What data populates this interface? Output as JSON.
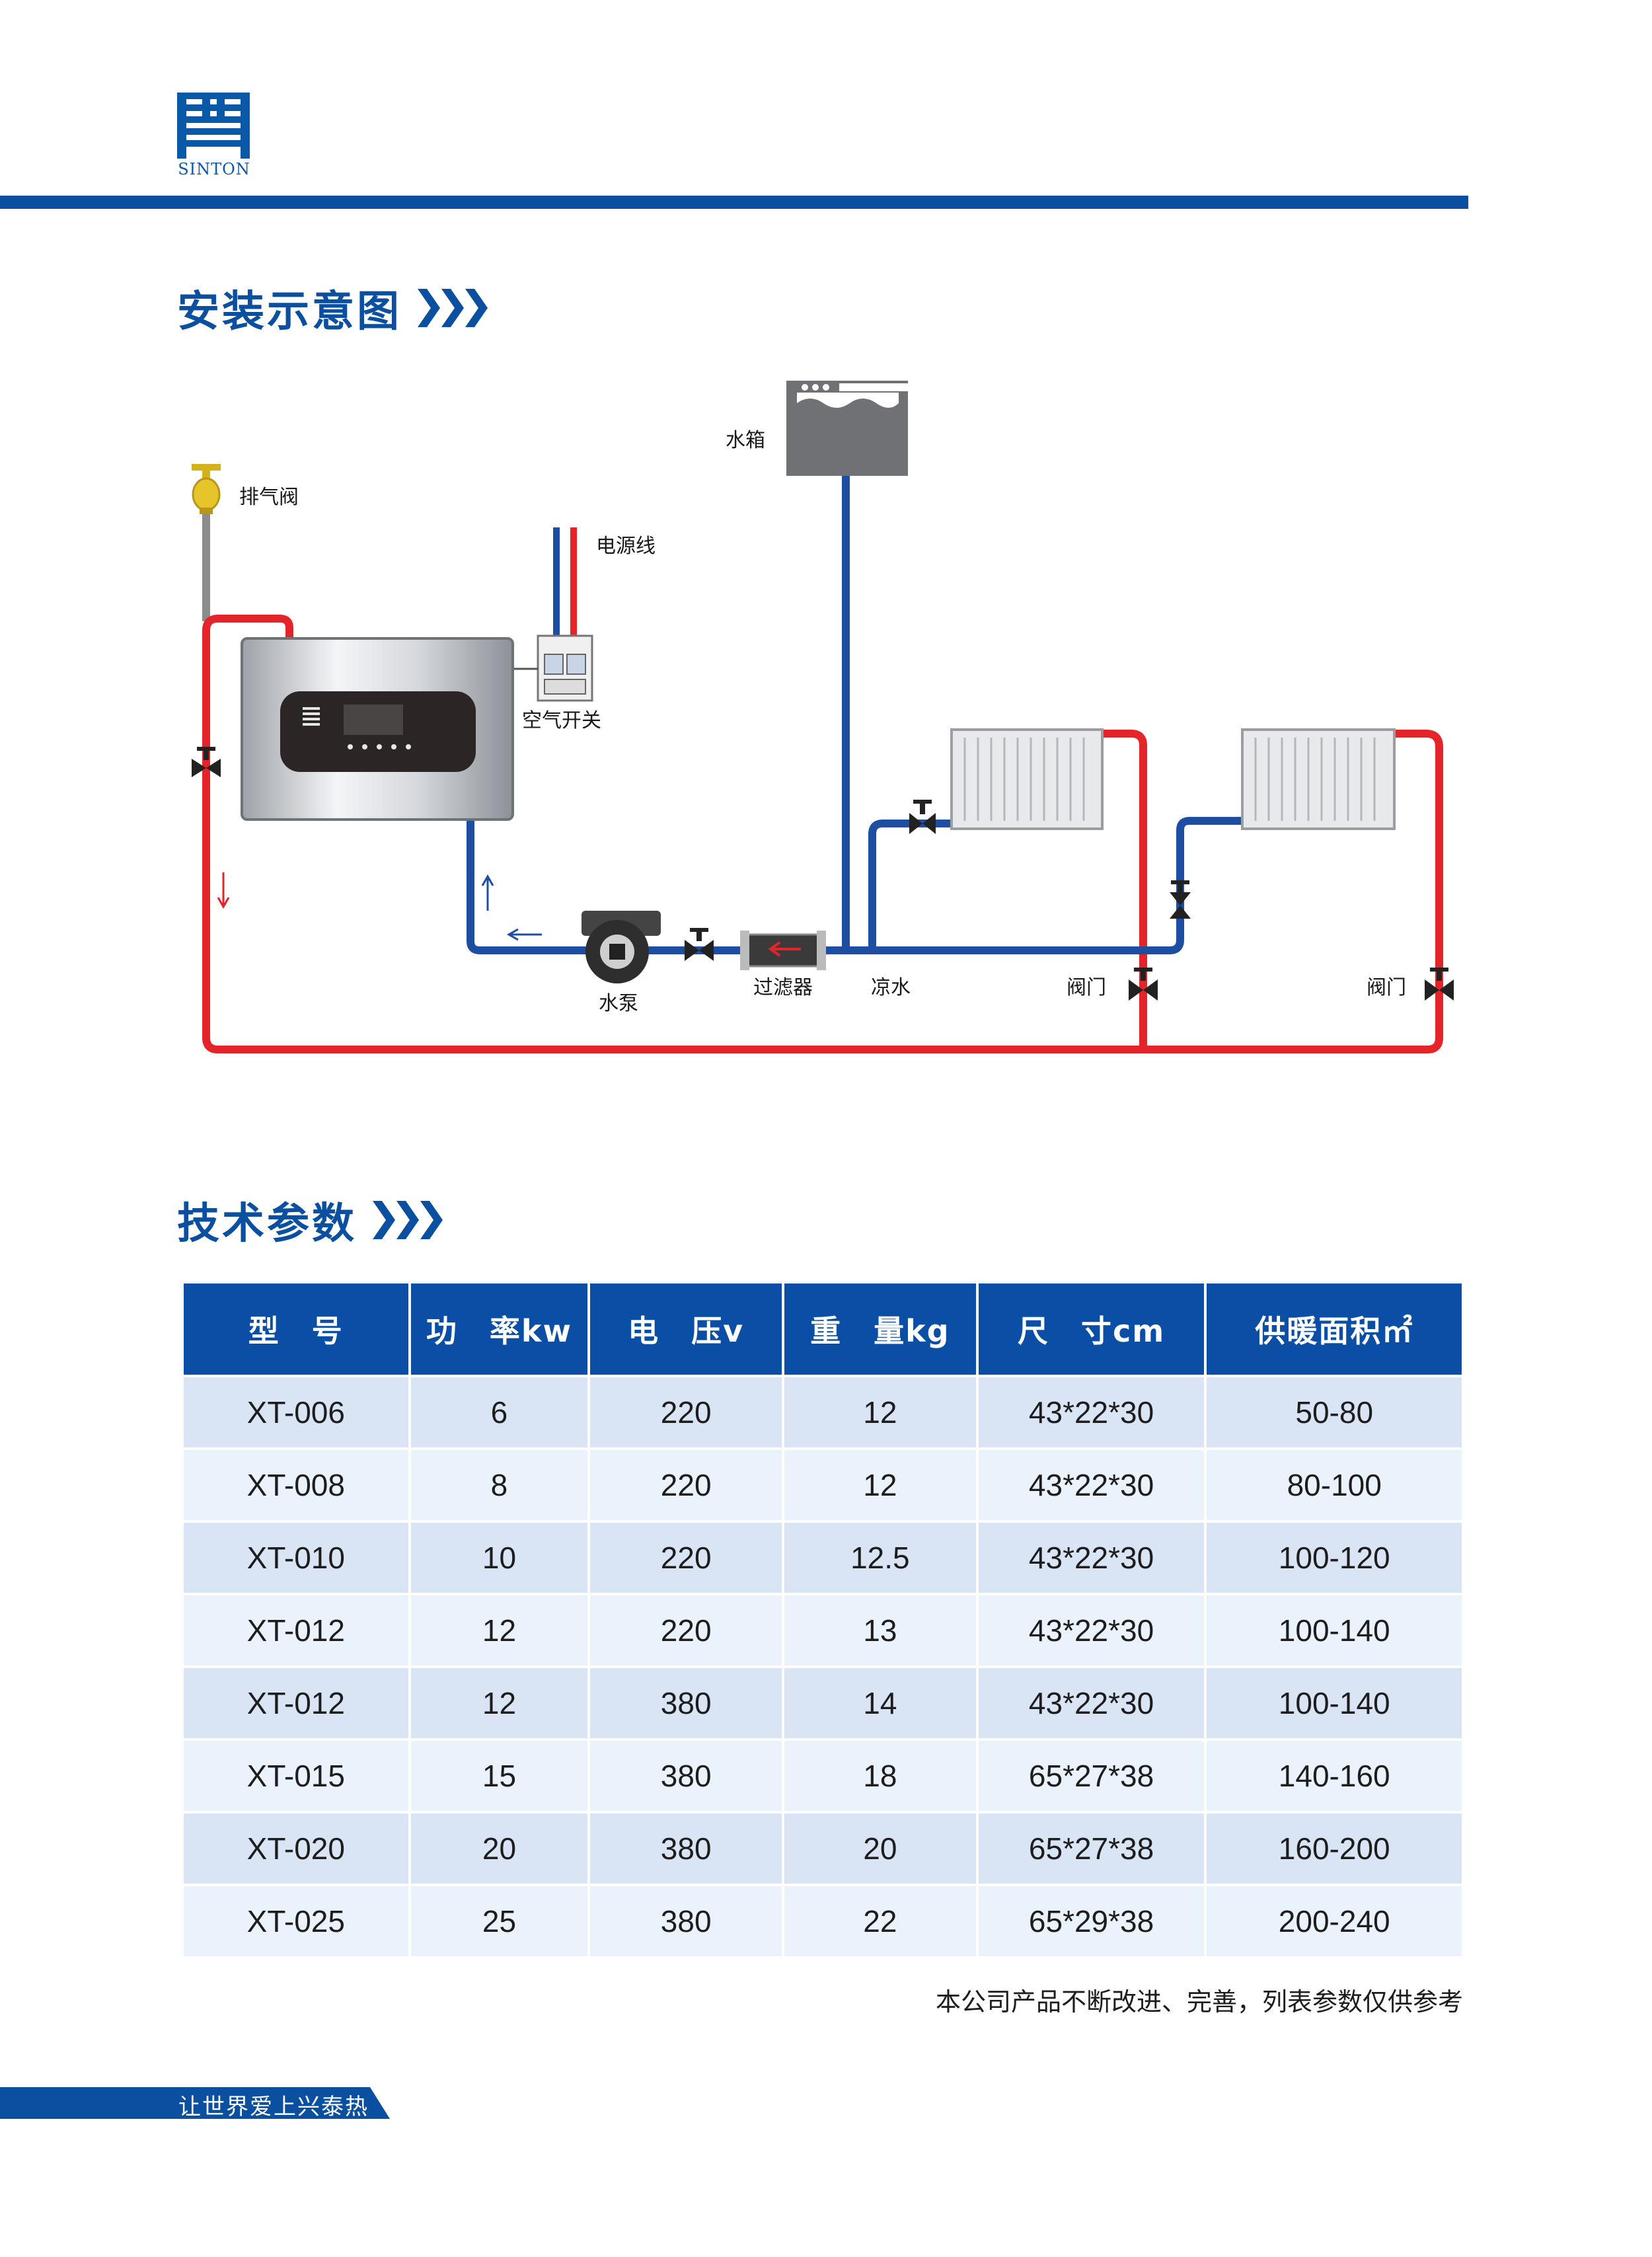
{
  "brand": {
    "logo_text": "SINTON",
    "primary_color": "#0a4fa0"
  },
  "sections": {
    "install_title": "安装示意图",
    "spec_title": "技术参数"
  },
  "diagram": {
    "labels": {
      "water_tank": "水箱",
      "exhaust_valve": "排气阀",
      "power_line": "电源线",
      "air_switch": "空气开关",
      "pump": "水泵",
      "filter": "过滤器",
      "cold_water": "凉水",
      "valve_1": "阀门",
      "valve_2": "阀门"
    },
    "colors": {
      "hot_pipe": "#e52429",
      "cold_pipe": "#1d4ea1",
      "exhaust_pipe": "#8c8c8c"
    }
  },
  "table": {
    "headers": [
      "型　号",
      "功　率kw",
      "电　压v",
      "重　量kg",
      "尺　寸cm",
      "供暖面积㎡"
    ],
    "rows": [
      [
        "XT-006",
        "6",
        "220",
        "12",
        "43*22*30",
        "50-80"
      ],
      [
        "XT-008",
        "8",
        "220",
        "12",
        "43*22*30",
        "80-100"
      ],
      [
        "XT-010",
        "10",
        "220",
        "12.5",
        "43*22*30",
        "100-120"
      ],
      [
        "XT-012",
        "12",
        "220",
        "13",
        "43*22*30",
        "100-140"
      ],
      [
        "XT-012",
        "12",
        "380",
        "14",
        "43*22*30",
        "100-140"
      ],
      [
        "XT-015",
        "15",
        "380",
        "18",
        "65*27*38",
        "140-160"
      ],
      [
        "XT-020",
        "20",
        "380",
        "20",
        "65*27*38",
        "160-200"
      ],
      [
        "XT-025",
        "25",
        "380",
        "22",
        "65*29*38",
        "200-240"
      ]
    ],
    "note": "本公司产品不断改进、完善，列表参数仅供参考"
  },
  "footer": {
    "slogan": "让世界爱上兴泰热"
  }
}
